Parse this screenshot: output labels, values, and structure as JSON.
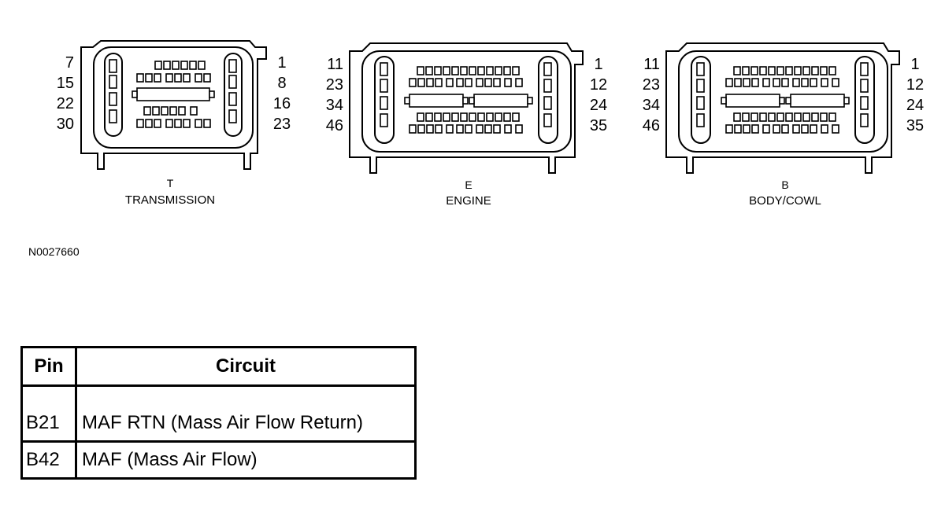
{
  "figure_id": "N0027660",
  "connectors": [
    {
      "letter": "T",
      "name": "TRANSMISSION",
      "left_pins": [
        "7",
        "15",
        "22",
        "30"
      ],
      "right_pins": [
        "1",
        "8",
        "16",
        "23"
      ]
    },
    {
      "letter": "E",
      "name": "ENGINE",
      "left_pins": [
        "11",
        "23",
        "34",
        "46"
      ],
      "right_pins": [
        "1",
        "12",
        "24",
        "35"
      ]
    },
    {
      "letter": "B",
      "name": "BODY/COWL",
      "left_pins": [
        "11",
        "23",
        "34",
        "46"
      ],
      "right_pins": [
        "1",
        "12",
        "24",
        "35"
      ]
    }
  ],
  "table": {
    "headers": {
      "pin": "Pin",
      "circuit": "Circuit"
    },
    "rows": [
      {
        "pin": "B21",
        "circuit": "MAF RTN (Mass Air Flow Return)"
      },
      {
        "pin": "B42",
        "circuit": "MAF (Mass Air Flow)"
      }
    ]
  }
}
